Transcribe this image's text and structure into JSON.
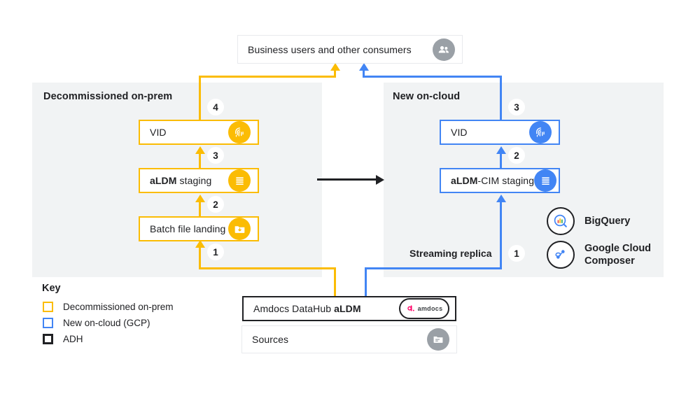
{
  "top_box": {
    "label": "Business users and other consumers",
    "icon": "people-icon"
  },
  "panels": {
    "left": {
      "title": "Decommissioned on-prem",
      "color": "#fbbc04"
    },
    "right": {
      "title": "New on-cloud",
      "color": "#4285f4"
    }
  },
  "left_flow": {
    "nodes": [
      {
        "label_bold": "",
        "label": "VID",
        "icon": "fingerprint-icon"
      },
      {
        "label_bold": "aLDM",
        "label": " staging",
        "icon": "database-lines-icon"
      },
      {
        "label_bold": "",
        "label": "Batch file landing",
        "icon": "folder-download-icon"
      }
    ],
    "steps": [
      "4",
      "3",
      "2",
      "1"
    ]
  },
  "right_flow": {
    "nodes": [
      {
        "label_bold": "",
        "label": "VID",
        "icon": "fingerprint-icon"
      },
      {
        "label_bold": "aLDM",
        "label": "-CIM staging",
        "icon": "database-lines-icon"
      }
    ],
    "steps": [
      "3",
      "2",
      "1"
    ],
    "stream_label": "Streaming replica"
  },
  "bottom": {
    "adh": {
      "label": "Amdocs DataHub ",
      "label_bold": "aLDM",
      "logo_text": "amdocs"
    },
    "sources": {
      "label": "Sources",
      "icon": "folder-icon"
    }
  },
  "products": [
    {
      "name": "BigQuery",
      "icon": "bigquery-icon"
    },
    {
      "name": "Google Cloud\nComposer",
      "icon": "cloud-composer-icon"
    }
  ],
  "key": {
    "title": "Key",
    "items": [
      {
        "label": "Decommissioned on-prem",
        "color": "#fbbc04"
      },
      {
        "label": "New on-cloud (GCP)",
        "color": "#4285f4"
      },
      {
        "label": "ADH",
        "color": "#202124"
      }
    ]
  },
  "colors": {
    "yellow": "#fbbc04",
    "blue": "#4285f4",
    "black": "#202124",
    "panel_bg": "#f1f3f4",
    "grey_icon": "#9aa0a6"
  }
}
